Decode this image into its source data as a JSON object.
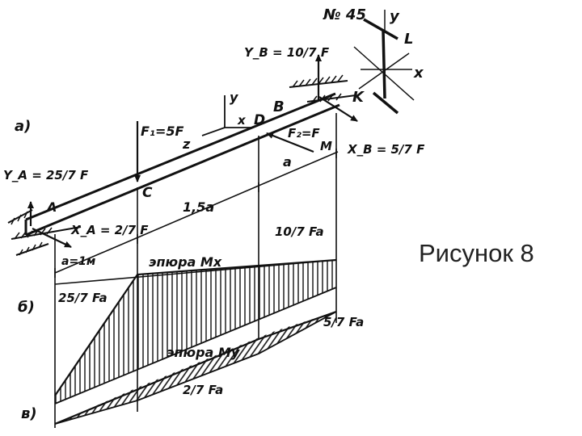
{
  "caption": "Рисунок 8",
  "labels": {
    "view_a": "а)",
    "view_b": "б)",
    "view_v": "в)",
    "beam_number": "№ 45",
    "axis_y_top": "y",
    "axis_x_right": "x",
    "point_L": "L",
    "point_K": "K",
    "point_A": "A",
    "point_B": "B",
    "point_C": "C",
    "point_D": "D",
    "axis_y_mid": "y",
    "axis_x_mid": "x",
    "axis_z_mid": "z",
    "force_F1": "F₁=5F",
    "force_F2": "F₂=F",
    "point_M": "M",
    "reaction_YB": "Y_B = 10/7 F",
    "reaction_XB": "X_B = 5/7 F",
    "reaction_YA": "Y_A = 25/7 F",
    "reaction_XA": "X_A = 2/7 F",
    "span_1_5a": "1,5a",
    "span_a_cd": "a",
    "span_a1m": "a=1м",
    "diagram_Mx": "эпюра Mx",
    "diagram_My": "эпюра My",
    "value_Mx_C": "25/7 Fa",
    "value_Mx_D": "10/7 Fa",
    "value_My_D": "5/7 Fa",
    "value_My_C": "2/7 Fa"
  }
}
